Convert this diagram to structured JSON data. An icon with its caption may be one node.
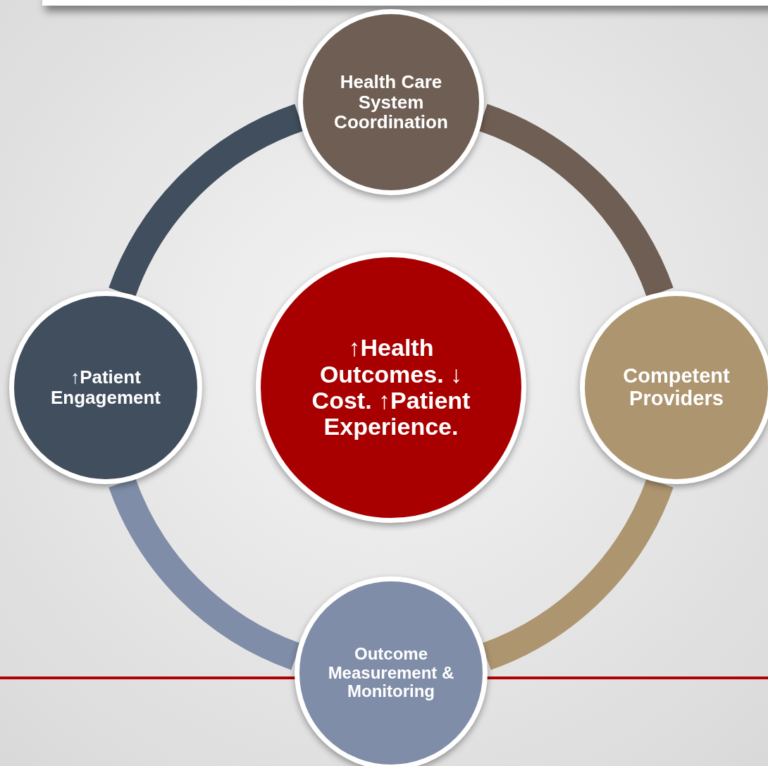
{
  "diagram": {
    "nodes": [
      {
        "text": [
          "Health Care System Coordination"
        ]
      },
      {
        "text": [
          "↑Patient Engagement"
        ]
      },
      {
        "text": [
          "↑Health Outcomes. ↓ Cost. ↑Patient Experience."
        ]
      },
      {
        "text": [
          "Competent Providers"
        ]
      },
      {
        "text": [
          "Outcome Measurement & Monitoring"
        ]
      }
    ],
    "edges": [
      {
        "from": 0,
        "to": 3,
        "arrow": "none",
        "color": "#6f5e53"
      },
      {
        "from": 3,
        "to": 4,
        "arrow": "none",
        "color": "#ad956f"
      },
      {
        "from": 4,
        "to": 1,
        "arrow": "none",
        "color": "#7f8da8"
      },
      {
        "from": 1,
        "to": 0,
        "arrow": "none",
        "color": "#414e5e"
      }
    ]
  }
}
